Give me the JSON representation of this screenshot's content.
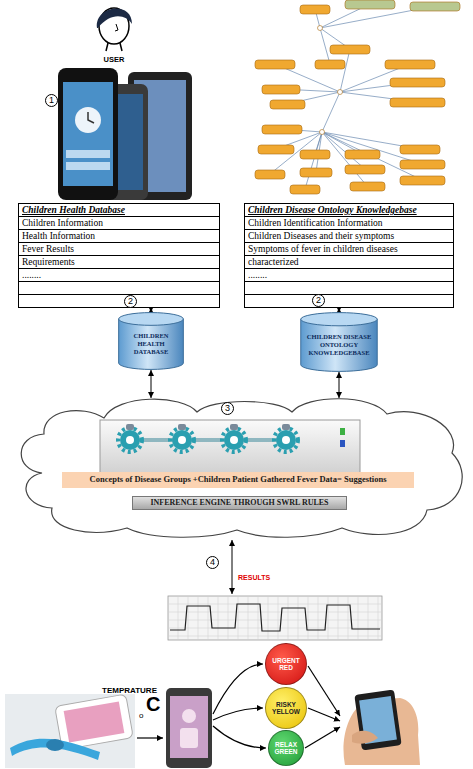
{
  "diagram": {
    "nodes": [
      {
        "text": [
          "USER"
        ]
      },
      {
        "text": [
          "Children Health Database",
          "Children Information",
          "Health Information",
          "Fever Results",
          "Requirements",
          "........"
        ]
      },
      {
        "text": [
          "Children Disease Ontology Knowledgebase",
          "Children Identification Information",
          "Children Diseases and their symptoms",
          "Symptoms of fever in children diseases",
          "characterized",
          "........"
        ]
      },
      {
        "text": [
          "CHILDREN HEALTH DATABASE"
        ]
      },
      {
        "text": [
          "CHILDREN DISEASE ONTOLOGY KNOWLEDGEBASE"
        ]
      },
      {
        "text": []
      },
      {
        "text": [
          "Concepts of Disease Groups +Children Patient Gathered Fever Data= Suggestions"
        ],
        "in": 5
      },
      {
        "text": [
          "INFERENCE ENGINE THROUGH SWRL RULES"
        ],
        "in": 5
      },
      {
        "text": [
          "URGENT RED"
        ]
      },
      {
        "text": [
          "RISKY YELLOW"
        ]
      },
      {
        "text": [
          "RELAX GREEN"
        ]
      }
    ],
    "edges": [
      {
        "from": 1,
        "to": 3,
        "arrow": "both"
      },
      {
        "from": 2,
        "to": 4,
        "arrow": "both"
      },
      {
        "from": 3,
        "to": 5,
        "arrow": "both"
      },
      {
        "from": 4,
        "to": 5,
        "arrow": "both"
      }
    ],
    "labels": [
      "1",
      "2",
      "2",
      "3",
      "4",
      "RESULTS",
      "TEMPRATURE",
      "o",
      "C"
    ]
  }
}
